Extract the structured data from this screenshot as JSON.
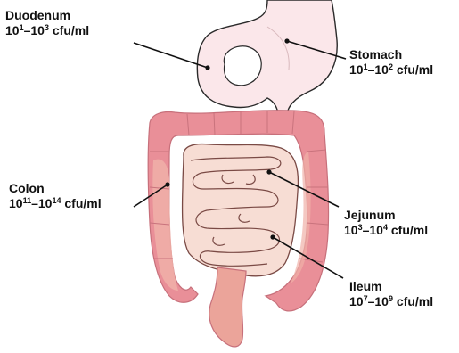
{
  "colors": {
    "stomach_fill": "#fbe7ea",
    "stomach_stroke": "#2a2a2a",
    "colon_fill": "#e98f98",
    "colon_inner": "#f0b0a8",
    "small_intestine_fill": "#f7ddd4",
    "rectum_fill": "#eba49a",
    "leader_line": "#111111"
  },
  "labels": {
    "duodenum": {
      "name": "Duodenum",
      "base1": "10",
      "exp1": "1",
      "dash": "–",
      "base2": "10",
      "exp2": "3",
      "unit": " cfu/ml"
    },
    "stomach": {
      "name": "Stomach",
      "base1": "10",
      "exp1": "1",
      "dash": "–",
      "base2": "10",
      "exp2": "2",
      "unit": " cfu/ml"
    },
    "colon": {
      "name": "Colon",
      "base1": "10",
      "exp1": "11",
      "dash": "–",
      "base2": "10",
      "exp2": "14",
      "unit": " cfu/ml"
    },
    "jejunum": {
      "name": "Jejunum",
      "base1": "10",
      "exp1": "3",
      "dash": "–",
      "base2": "10",
      "exp2": "4",
      "unit": " cfu/ml"
    },
    "ileum": {
      "name": "Ileum",
      "base1": "10",
      "exp1": "7",
      "dash": "–",
      "base2": "10",
      "exp2": "9",
      "unit": " cfu/ml"
    }
  }
}
